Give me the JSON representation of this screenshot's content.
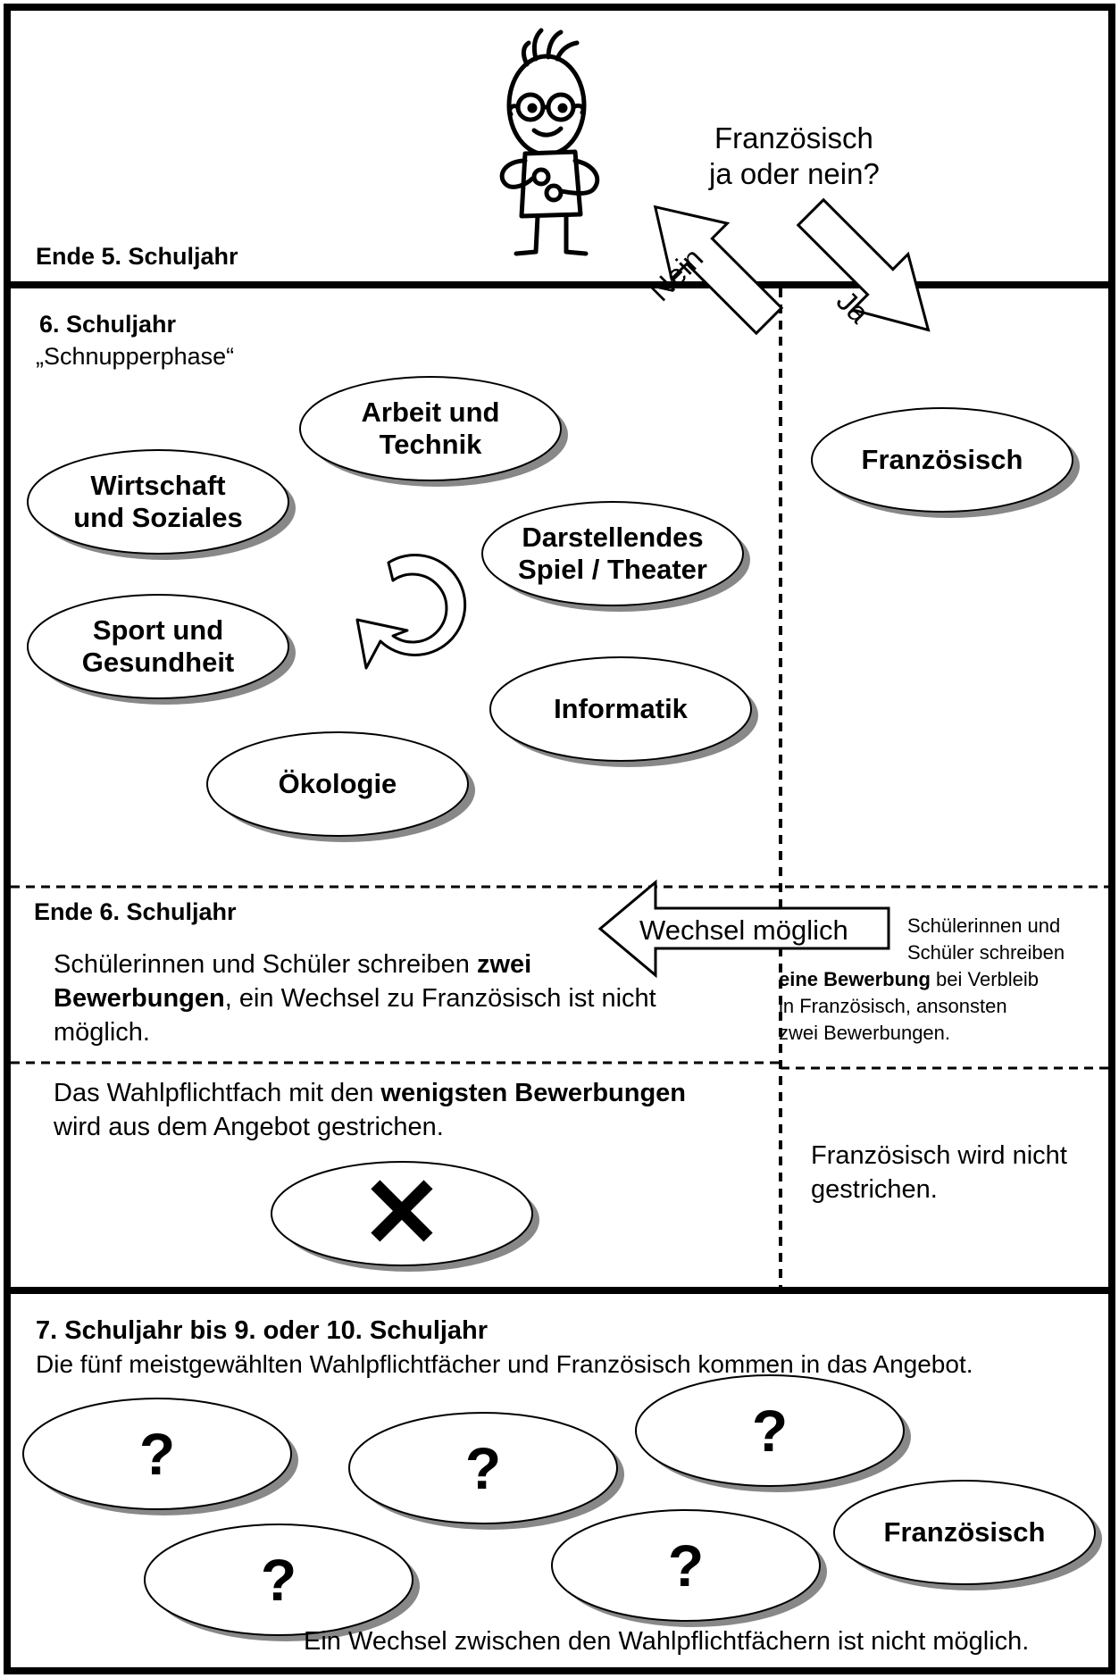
{
  "header": {
    "question_line1": "Französisch",
    "question_line2": "ja oder nein?",
    "end_year5": "Ende 5. Schuljahr",
    "arrow_no": "Nein",
    "arrow_yes": "Ja"
  },
  "year6": {
    "title": "6. Schuljahr",
    "subtitle": "„Schnupperphase“",
    "electives": [
      "Arbeit und\nTechnik",
      "Wirtschaft\nund Soziales",
      "Darstellendes\nSpiel / Theater",
      "Sport und\nGesundheit",
      "Informatik",
      "Ökologie"
    ],
    "french": "Französisch"
  },
  "end6": {
    "title": "Ende 6. Schuljahr",
    "left_pre": "Schülerinnen und Schüler schreiben ",
    "left_bold1": "zwei",
    "left_bold2": "Bewerbungen",
    "left_post": ", ein Wechsel zu Französisch ist nicht",
    "left_post2": "möglich.",
    "switch_arrow": "Wechsel möglich",
    "right_line1": "Schülerinnen und",
    "right_line2": "Schüler schreiben",
    "right_bold": "eine Bewerbung",
    "right_line3b": " bei Verbleib",
    "right_line4": "in Französisch, ansonsten",
    "right_line5": "zwei Bewerbungen."
  },
  "removal": {
    "left_pre": "Das Wahlpflichtfach mit den ",
    "left_bold": "wenigsten Bewerbungen",
    "left_line2": "wird aus dem Angebot gestrichen.",
    "cross": "✕",
    "right_line1": "Französisch wird nicht",
    "right_line2": "gestrichen."
  },
  "year7": {
    "title": "7. Schuljahr bis 9. oder 10. Schuljahr",
    "subtitle": "Die fünf meistgewählten Wahlpflichtfächer und Französisch kommen in das Angebot.",
    "unknown": "?",
    "french": "Französisch",
    "footer": "Ein Wechsel zwischen den Wahlpflichtfächern ist nicht möglich."
  }
}
